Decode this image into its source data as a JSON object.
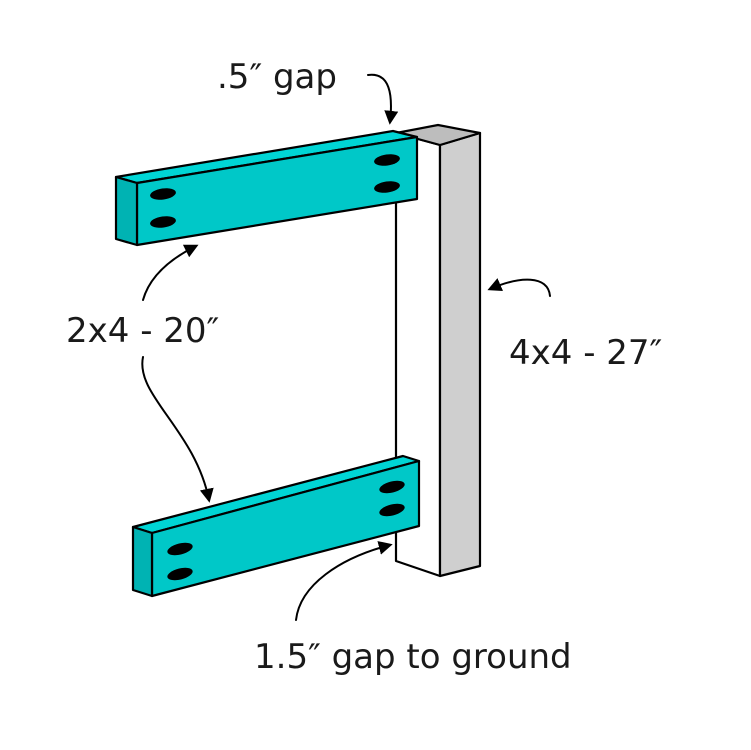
{
  "labels": {
    "top_gap": ".5″ gap",
    "rail": "2x4 - 20″",
    "post": "4x4 - 27″",
    "bottom_gap": "1.5″ gap to ground"
  },
  "colors": {
    "rail_top": "#00d5d5",
    "rail_front": "#00c8c8",
    "rail_end": "#00b3b3",
    "post_face": "#ffffff",
    "post_side": "#cfcfcf",
    "post_top": "#bdbdbd",
    "bolt_hole": "#000000",
    "arrow": "#000000"
  }
}
